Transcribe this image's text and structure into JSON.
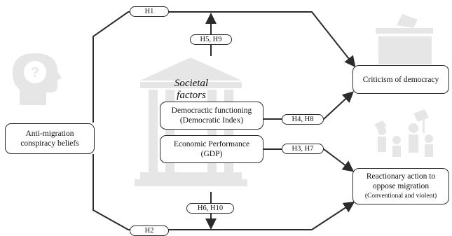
{
  "diagram": {
    "sources": {
      "anti_migration": [
        "Anti-migration",
        "conspiracy beliefs"
      ]
    },
    "outcomes": {
      "criticism": "Criticism of democracy",
      "reactionary": [
        "Reactionary action to",
        "oppose migration",
        "(Conventional and violent)"
      ]
    },
    "societal": {
      "title": "Societal factors",
      "democratic": [
        "Democractic functioning",
        "(Democratic Index)"
      ],
      "economic": [
        "Economic Performance",
        "(GDP)"
      ]
    },
    "hypotheses": {
      "h1": "H1",
      "h2": "H2",
      "h5_h9": "H5, H9",
      "h6_h10": "H6, H10",
      "h4_h8": "H4, H8",
      "h3_h7": "H3, H7"
    },
    "icons": [
      "question-head-icon",
      "ballot-box-icon",
      "protest-crowd-icon",
      "institution-building-icon"
    ],
    "colors": {
      "line": "#2b2b2b",
      "icon_gray": "#e4e4e4"
    }
  }
}
